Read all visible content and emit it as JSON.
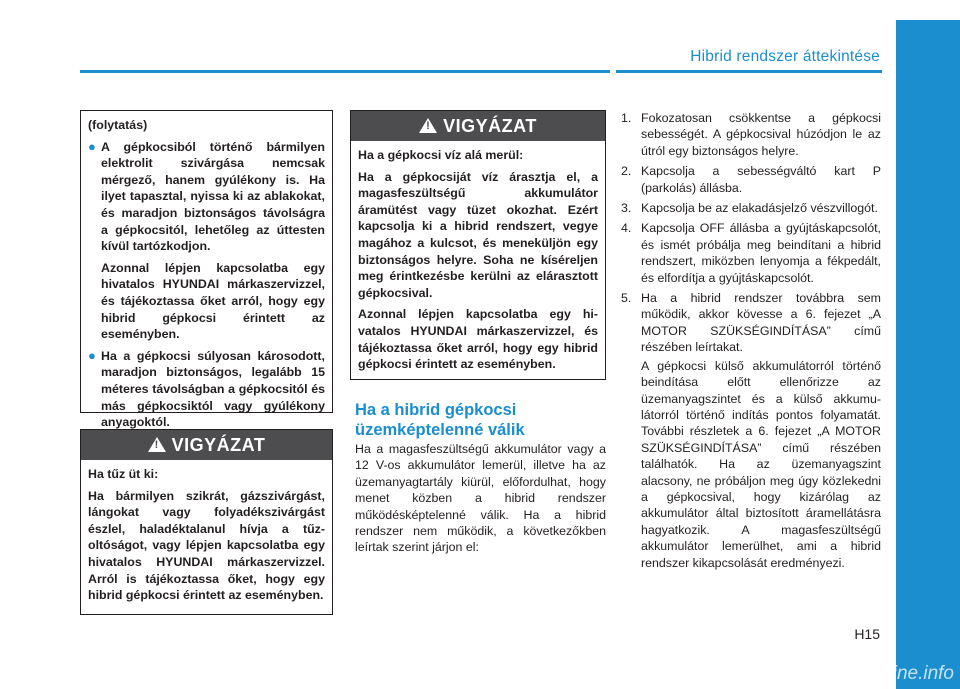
{
  "header": {
    "title": "Hibrid rendszer áttekintése"
  },
  "page_number": "H15",
  "watermark": "carmanualsonline.info",
  "box1": {
    "subtitle": "(folytatás)",
    "bullet1": "A gépkocsiból történő bármilyen elektrolit szivárgása nemcsak mérgező, hanem gyúlékony is. Ha ilyet tapasztal, nyissa ki az abla­kokat, és maradjon biztonságos távolságra a gépkocsitól, lehető­leg az úttesten kívül tartózkodjon.",
    "bullet1_cont": "Azonnal lépjen kapcsolatba egy hivatalos HYUNDAI márkaszerviz­zel, és tájékoztassa őket arról, hogy egy hibrid gépkocsi érintett az eseményben.",
    "bullet2": "Ha a gépkocsi súlyosan károso­dott, maradjon biztonságos, leg­alább 15 méteres távolságban a gépkocsitól és más gépkocsiktól vagy gyúlékony anyagoktól."
  },
  "box2": {
    "heading": "VIGYÁZAT",
    "subtitle": "Ha tűz üt ki:",
    "text": "Ha bármilyen szikrát, gázszivárgást, lángokat vagy folyadékszivárgást észlel, haladéktalanul hívja a tűz­oltóságot, vagy lépjen kapcsolatba egy hivatalos HYUNDAI márkaszer­vizzel. Arról is tájékoztassa őket, hogy egy hibrid gépkocsi érintett az eseményben."
  },
  "box3": {
    "heading": "VIGYÁZAT",
    "subtitle": "Ha a gépkocsi víz alá merül:",
    "text1": "Ha a gépkocsiját víz árasztja el, a magasfeszültségű akkumulátor áramütést vagy tüzet okozhat. Ezért kapcsolja ki a hibrid rendszert, vegye magához a kulcsot, és mene­küljön egy biztonságos helyre. So­ha ne kíséreljen meg érintkezésbe kerülni az elárasztott gépkocsival.",
    "text2": "Azonnal lépjen kapcsolatba egy hi­vatalos HYUNDAI márkaszervizzel, és tájékoztassa őket arról, hogy egy hibrid gépkocsi érintett az ese­ményben."
  },
  "section": {
    "title": "Ha a hibrid gépkocsi üzemképtelenné válik",
    "text": "Ha a magasfeszültségű akkumulátor vagy a 12 V-os akkumulátor lemerül, illetve ha az üzemanyagtartály kiürül, előfordulhat, hogy menet közben a hibrid rendszer működésképtelenné válik. Ha a hibrid rendszer nem működik, a követke­zőkben leírtak szerint járjon el:"
  },
  "steps": [
    {
      "num": "1.",
      "text": "Fokozatosan csökkentse a gépkocsi sebességét. A gépkocsival húzódjon le az útról egy biztonságos helyre."
    },
    {
      "num": "2.",
      "text": "Kapcsolja a sebességváltó kart P (parkolás) állásba."
    },
    {
      "num": "3.",
      "text": "Kapcsolja be az elakadásjelző vész­villogót."
    },
    {
      "num": "4.",
      "text": "Kapcsolja OFF állásba a gyújtáskap­csolót, és ismét próbálja meg be­indítani a hibrid rendszert, miközben lenyomja a fékpedált, és elfordítja a gyújtáskapcsolót."
    },
    {
      "num": "5.",
      "text": "Ha a hibrid rendszer továbbra sem működik, akkor kövesse a 6. fejezet „A MOTOR SZÜKSÉGINDÍTÁSA” cí­mű részében leírtakat.",
      "text2": "A gépkocsi külső akkumulátorról törté­nő beindítása előtt ellenőrizze az üzemanyagszintet és a külső akkumu­látorról történő indítás pontos folya­matát. További részletek a 6. fejezet „A MOTOR SZÜKSÉGINDÍTÁSA” cí­mű részében találhatók. Ha az üzem­anyagszint alacsony, ne próbáljon meg úgy közlekedni a gépkocsival, hogy kizárólag az akkumulátor által biztosított áramellátásra hagyatkozik. A magasfeszültségű akkumulátor le­merülhet, ami a hibrid rendszer kikap­csolását eredményezi."
    }
  ]
}
